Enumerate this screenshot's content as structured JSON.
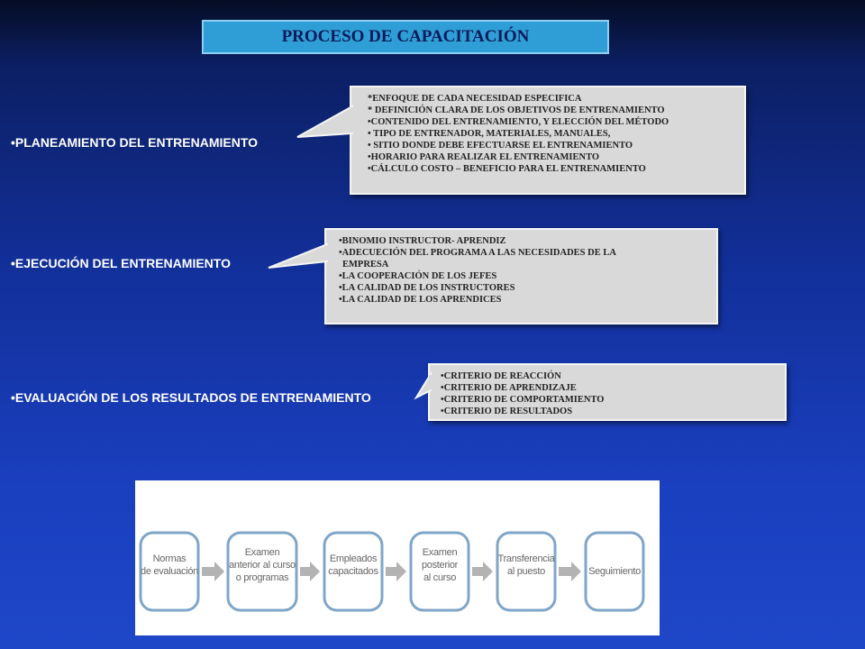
{
  "title": "PROCESO DE CAPACITACIÓN",
  "stages": [
    {
      "label": "•PLANEAMIENTO DEL ENTRENAMIENTO",
      "items": [
        "*ENFOQUE DE CADA NECESIDAD ESPECIFICA",
        "* DEFINICIÓN CLARA DE LOS OBJETIVOS DE ENTRENAMIENTO",
        "•CONTENIDO DEL ENTRENAMIENTO, Y ELECCIÓN DEL MÉTODO",
        "• TIPO DE ENTRENADOR, MATERIALES, MANUALES,",
        "• SITIO DONDE DEBE EFECTUARSE EL ENTRENAMIENTO",
        "•HORARIO PARA REALIZAR EL ENTRENAMIENTO",
        "•CÁLCULO COSTO – BENEFICIO PARA EL ENTRENAMIENTO"
      ]
    },
    {
      "label": "•EJECUCIÓN DEL ENTRENAMIENTO",
      "items": [
        "•BINOMIO INSTRUCTOR- APRENDIZ",
        "•ADECUECIÓN DEL PROGRAMA A LAS NECESIDADES DE LA",
        "EMPRESA",
        "•LA COOPERACIÓN DE LOS JEFES",
        "•LA CALIDAD DE LOS INSTRUCTORES",
        "•LA CALIDAD DE LOS APRENDICES"
      ]
    },
    {
      "label": "•EVALUACIÓN DE LOS RESULTADOS DE ENTRENAMIENTO",
      "items": [
        "•CRITERIO DE REACCIÓN",
        "•CRITERIO DE APRENDIZAJE",
        "•CRITERIO  DE COMPORTAMIENTO",
        "•CRITERIO DE  RESULTADOS"
      ]
    }
  ],
  "flow_steps": [
    [
      "Normas",
      "de evaluación"
    ],
    [
      "Examen",
      "anterior al curso",
      "o programas"
    ],
    [
      "Empleados",
      "capacitados"
    ],
    [
      "Examen",
      "posterior",
      "al curso"
    ],
    [
      "Transferencia",
      "al puesto"
    ],
    [
      "Seguimiento"
    ]
  ],
  "colors": {
    "title_bg": "#2f9ed6",
    "callout_bg": "#d9d9d9",
    "flow_box_border": "#7fa6c9",
    "flow_arrow": "#b3b3b3"
  }
}
